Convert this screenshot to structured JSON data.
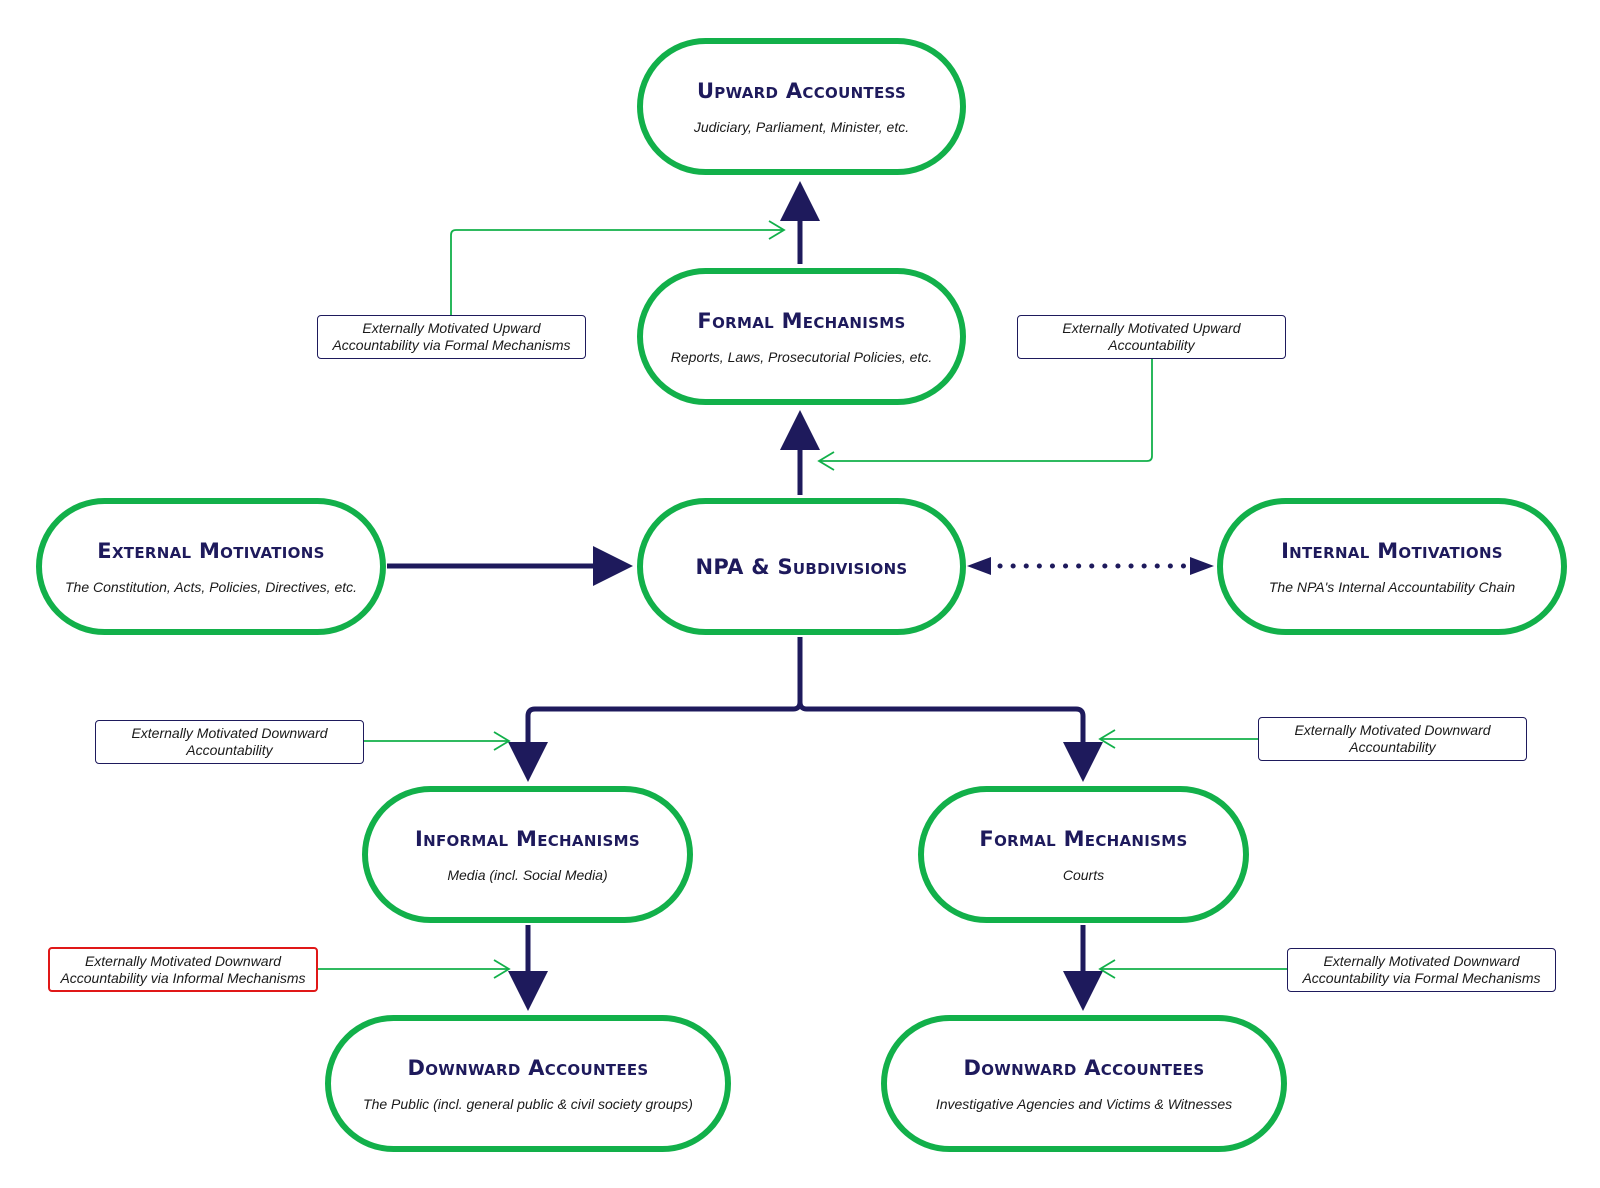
{
  "nodes": {
    "upward_accountees": {
      "title": "Upward Accountess",
      "subtitle": "Judiciary, Parliament, Minister, etc."
    },
    "formal_mechanisms_upper": {
      "title": "Formal Mechanisms",
      "subtitle": "Reports, Laws, Prosecutorial Policies, etc."
    },
    "external_motivations": {
      "title": "External Motivations",
      "subtitle": "The Constitution, Acts, Policies, Directives, etc."
    },
    "npa": {
      "title": "NPA & Subdivisions"
    },
    "internal_motivations": {
      "title": "Internal Motivations",
      "subtitle": "The NPA's Internal Accountability Chain"
    },
    "informal_mechanisms": {
      "title": "Informal Mechanisms",
      "subtitle": "Media (incl. Social Media)"
    },
    "formal_mechanisms_lower": {
      "title": "Formal Mechanisms",
      "subtitle": "Courts"
    },
    "downward_accountees_left": {
      "title": "Downward Accountees",
      "subtitle": "The Public (incl. general public & civil society groups)"
    },
    "downward_accountees_right": {
      "title": "Downward Accountees",
      "subtitle": "Investigative Agencies and Victims & Witnesses"
    }
  },
  "notes": {
    "upward_via_formal": "Externally Motivated Upward Accountability via Formal Mechanisms",
    "upward": "Externally Motivated Upward Accountability",
    "downward_left": "Externally Motivated Downward Accountability",
    "downward_right": "Externally Motivated Downward Accountability",
    "downward_via_informal": "Externally Motivated Downward Accountability via Informal Mechanisms",
    "downward_via_formal": "Externally Motivated Downward Accountability via Formal Mechanisms"
  },
  "colors": {
    "node_border": "#12b04a",
    "arrow": "#1e1a5c",
    "note_border": "#1e1a5c",
    "highlight_border": "#e01818",
    "connector": "#12b04a"
  }
}
